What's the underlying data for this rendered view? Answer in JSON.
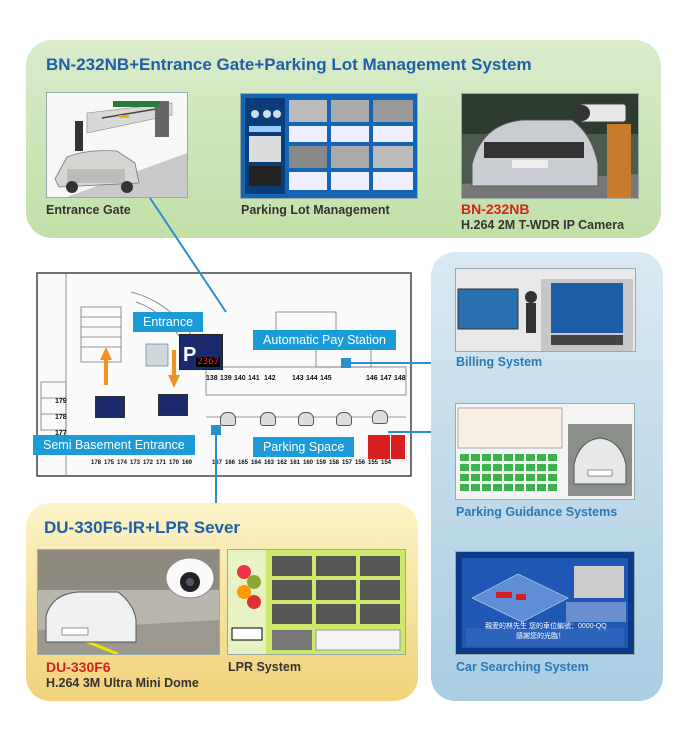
{
  "top": {
    "title": "BN-232NB+Entrance Gate+Parking Lot Management System",
    "entrance_gate": "Entrance Gate",
    "parking_lot_management": "Parking Lot Management",
    "camera_model": "BN-232NB",
    "camera_desc": "H.264 2M T-WDR IP Camera"
  },
  "floorplan": {
    "entrance": "Entrance",
    "automatic_pay_station": "Automatic Pay Station",
    "semi_basement_entrance": "Semi Basement Entrance",
    "parking_space": "Parking Space",
    "parking_sign": "P",
    "display_number": "2367",
    "spaces_row1": [
      "138",
      "139",
      "140",
      "141",
      "142",
      "143",
      "144",
      "145",
      "146",
      "147",
      "148"
    ],
    "spaces_row2": [
      "178",
      "175",
      "174",
      "173",
      "172",
      "171",
      "170",
      "169",
      "167",
      "166",
      "165",
      "164",
      "163",
      "162",
      "161",
      "160",
      "159",
      "158",
      "157",
      "156",
      "155",
      "154"
    ],
    "side_spaces": [
      "179",
      "178",
      "177"
    ]
  },
  "right": {
    "billing_system": "Billing System",
    "parking_guidance": "Parking Guidance Systems",
    "car_searching": "Car Searching System",
    "screen_text": "親愛的林先生 您的車位編號：0000-QQ",
    "screen_text2": "感謝您的光臨！"
  },
  "bottom": {
    "title": "DU-330F6-IR+LPR Sever",
    "dome_model": "DU-330F6",
    "dome_desc": "H.264 3M Ultra Mini Dome",
    "lpr_system": "LPR System"
  }
}
